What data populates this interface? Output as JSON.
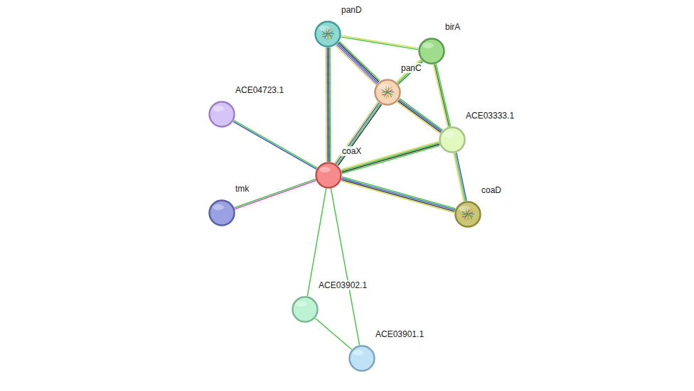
{
  "diagram": {
    "nodes": [
      {
        "text": [
          "panD"
        ]
      },
      {
        "text": [
          "birA"
        ]
      },
      {
        "text": [
          "panC"
        ]
      },
      {
        "text": [
          "ACE04723.1"
        ]
      },
      {
        "text": [
          "ACE03333.1"
        ]
      },
      {
        "text": [
          "coaX"
        ]
      },
      {
        "text": [
          "coaD"
        ]
      },
      {
        "text": [
          "tmk"
        ]
      },
      {
        "text": [
          "ACE03902.1"
        ]
      },
      {
        "text": [
          "ACE03901.1"
        ]
      }
    ],
    "edges": [
      {
        "from": 0,
        "to": 1,
        "arrow": "none"
      },
      {
        "from": 0,
        "to": 2,
        "arrow": "none"
      },
      {
        "from": 0,
        "to": 5,
        "arrow": "none"
      },
      {
        "from": 1,
        "to": 2,
        "arrow": "none"
      },
      {
        "from": 1,
        "to": 4,
        "arrow": "none"
      },
      {
        "from": 2,
        "to": 4,
        "arrow": "none"
      },
      {
        "from": 2,
        "to": 5,
        "arrow": "none"
      },
      {
        "from": 5,
        "to": 4,
        "arrow": "none"
      },
      {
        "from": 4,
        "to": 6,
        "arrow": "none"
      },
      {
        "from": 5,
        "to": 6,
        "arrow": "none"
      },
      {
        "from": 5,
        "to": 3,
        "arrow": "none"
      },
      {
        "from": 5,
        "to": 7,
        "arrow": "none"
      },
      {
        "from": 5,
        "to": 8,
        "arrow": "none"
      },
      {
        "from": 5,
        "to": 9,
        "arrow": "none"
      },
      {
        "from": 8,
        "to": 9,
        "arrow": "none"
      }
    ]
  }
}
